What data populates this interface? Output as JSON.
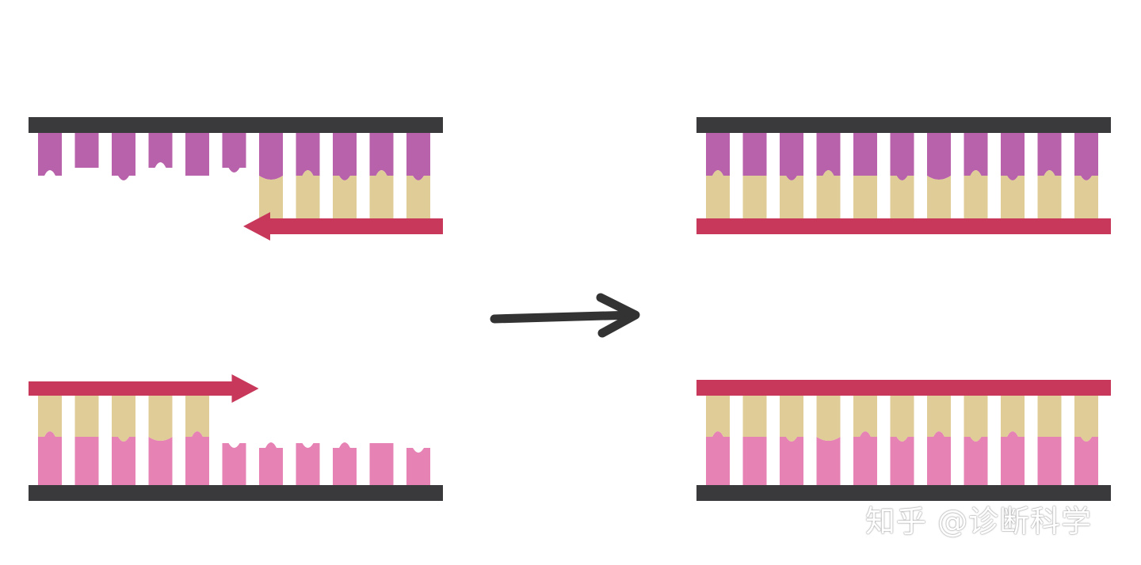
{
  "colors": {
    "backbone": "#3a3a3c",
    "primer": "#c8385a",
    "purple_base": "#b862ab",
    "pink_base": "#e683b4",
    "tan_base": "#dfcc97",
    "arrow": "#333333"
  },
  "panels": [
    {
      "id": "top-left",
      "template_color": "purple",
      "strand_mode": "partial",
      "paired_bases": 5,
      "direction": "left"
    },
    {
      "id": "bottom-left",
      "template_color": "pink",
      "strand_mode": "partial",
      "paired_bases": 5,
      "direction": "right"
    },
    {
      "id": "top-right",
      "template_color": "purple",
      "strand_mode": "complete",
      "paired_bases": 11,
      "direction": "none"
    },
    {
      "id": "bottom-right",
      "template_color": "pink",
      "strand_mode": "complete",
      "paired_bases": 11,
      "direction": "none"
    }
  ],
  "base_count": 11,
  "watermark": "知乎 @诊断科学"
}
